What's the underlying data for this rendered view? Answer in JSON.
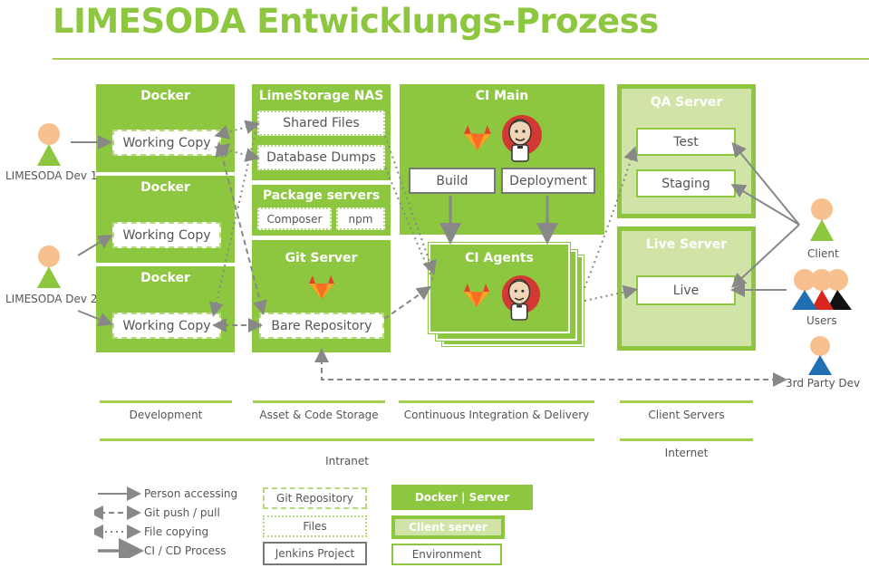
{
  "title": "LIMESODA Entwicklungs-Prozess",
  "boxes": {
    "docker_label": "Docker",
    "working_copy": "Working Copy",
    "nas_title": "LimeStorage NAS",
    "shared_files": "Shared Files",
    "database_dumps": "Database Dumps",
    "package_title": "Package servers",
    "composer": "Composer",
    "npm": "npm",
    "git_title": "Git Server",
    "bare_repo": "Bare Repository",
    "ci_main_title": "CI Main",
    "build": "Build",
    "deployment": "Deployment",
    "ci_agents_title": "CI Agents",
    "qa_title": "QA Server",
    "test": "Test",
    "staging": "Staging",
    "live_title": "Live Server",
    "live": "Live"
  },
  "people": {
    "dev1": "LIMESODA Dev 1",
    "dev2": "LIMESODA Dev 2",
    "client": "Client",
    "users": "Users",
    "third_party": "3rd Party Dev"
  },
  "zones": {
    "development": "Development",
    "asset_storage": "Asset & Code Storage",
    "ci_cd": "Continuous Integration & Delivery",
    "client_servers": "Client Servers",
    "intranet": "Intranet",
    "internet": "Internet"
  },
  "legend": {
    "person_accessing": "Person accessing",
    "git_push_pull": "Git push / pull",
    "file_copying": "File copying",
    "ci_cd_process": "CI / CD Process",
    "git_repository": "Git Repository",
    "files": "Files",
    "jenkins_project": "Jenkins Project",
    "docker_server": "Docker |  Server",
    "client_server": "Client server",
    "environment": "Environment"
  },
  "colors": {
    "brand_green": "#8dc63f",
    "soft_green": "#cfe4a6",
    "person_orange": "#f9c08f",
    "person_green": "#8dc63f",
    "user_blue": "#1f6fb5",
    "user_red": "#d7261e",
    "user_black": "#111111",
    "arrow_gray": "#888888"
  }
}
